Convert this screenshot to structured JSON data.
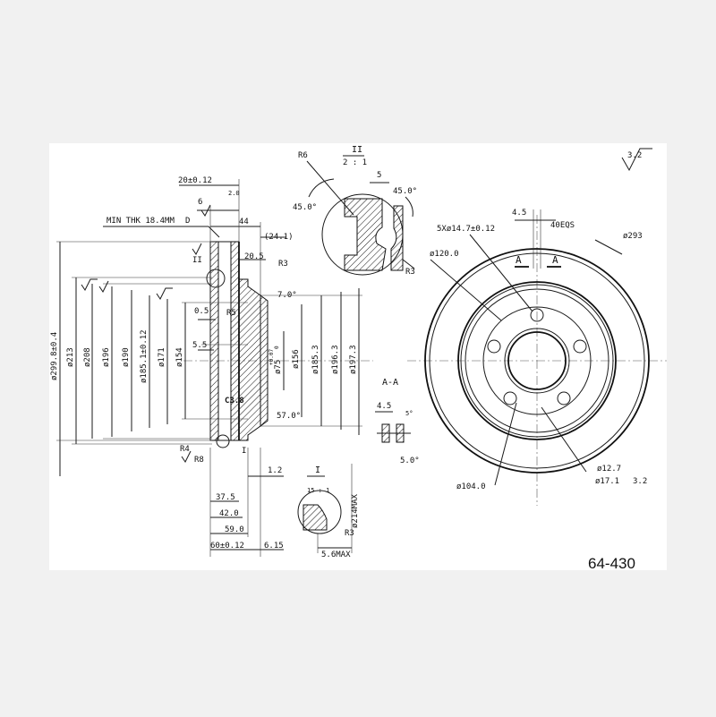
{
  "part_number": "64-430",
  "surface_finish_general": "3.2",
  "section_view": {
    "labels": {
      "min_thk": "MIN THK 18.4MM",
      "dim_20_012": "20±0.12",
      "dim_6": "6",
      "dim_44": "44",
      "dim_24_1": "(24.1)",
      "dim_20_5": "20.5",
      "r3": "R3",
      "r5": "R5",
      "angle_7": "7.0°",
      "dim_0_5": "0.5",
      "dim_5_5": "5.5",
      "c3_8": "C3.8",
      "angle_57": "57.0°",
      "r4": "R4",
      "r8": "R8",
      "dim_1_2": "1.2",
      "dim_37_5": "37.5",
      "dim_42": "42.0",
      "dim_59": "59.0",
      "dim_60_012": "60±0.12",
      "dim_6_15": "6.15",
      "rough_2_0": "2.0",
      "detail_ii_mark": "II",
      "detail_i_mark": "I"
    },
    "diameters": {
      "d299": "ø299.8±0.4",
      "d213": "ø213",
      "d208": "ø208",
      "d196": "ø196",
      "d190": "ø190",
      "d185": "ø185.1±0.12",
      "d171": "ø171",
      "d154": "ø154",
      "d75": "ø75",
      "d75_tol_upper": "+0.07",
      "d75_tol_lower": "0",
      "d156": "ø156",
      "d185_3": "ø185.3",
      "d196_3": "ø196.3",
      "d197_3": "ø197.3"
    }
  },
  "detail_ii": {
    "title": "II",
    "scale": "2 : 1",
    "r6": "R6",
    "dim_5": "5",
    "angle_45_a": "45.0°",
    "angle_45_b": "45.0°",
    "r3": "R3"
  },
  "detail_i": {
    "title": "I",
    "scale": "15 : 1",
    "d214": "ø214MAX",
    "r3": "R3",
    "dim_5_6": "5.6MAX"
  },
  "section_aa": {
    "title": "A-A",
    "dim_4_5": "4.5",
    "angle_5a": "5°",
    "angle_5b": "5.0°"
  },
  "front_view": {
    "holes": "5Xø14.7±0.12",
    "d120": "ø120.0",
    "d293": "ø293",
    "dim_4_5": "4.5",
    "eqs": "40EQS",
    "section_a": "A",
    "d104": "ø104.0",
    "d12_7": "ø12.7",
    "d17_1": "ø17.1",
    "depth_3_2": "3.2"
  }
}
